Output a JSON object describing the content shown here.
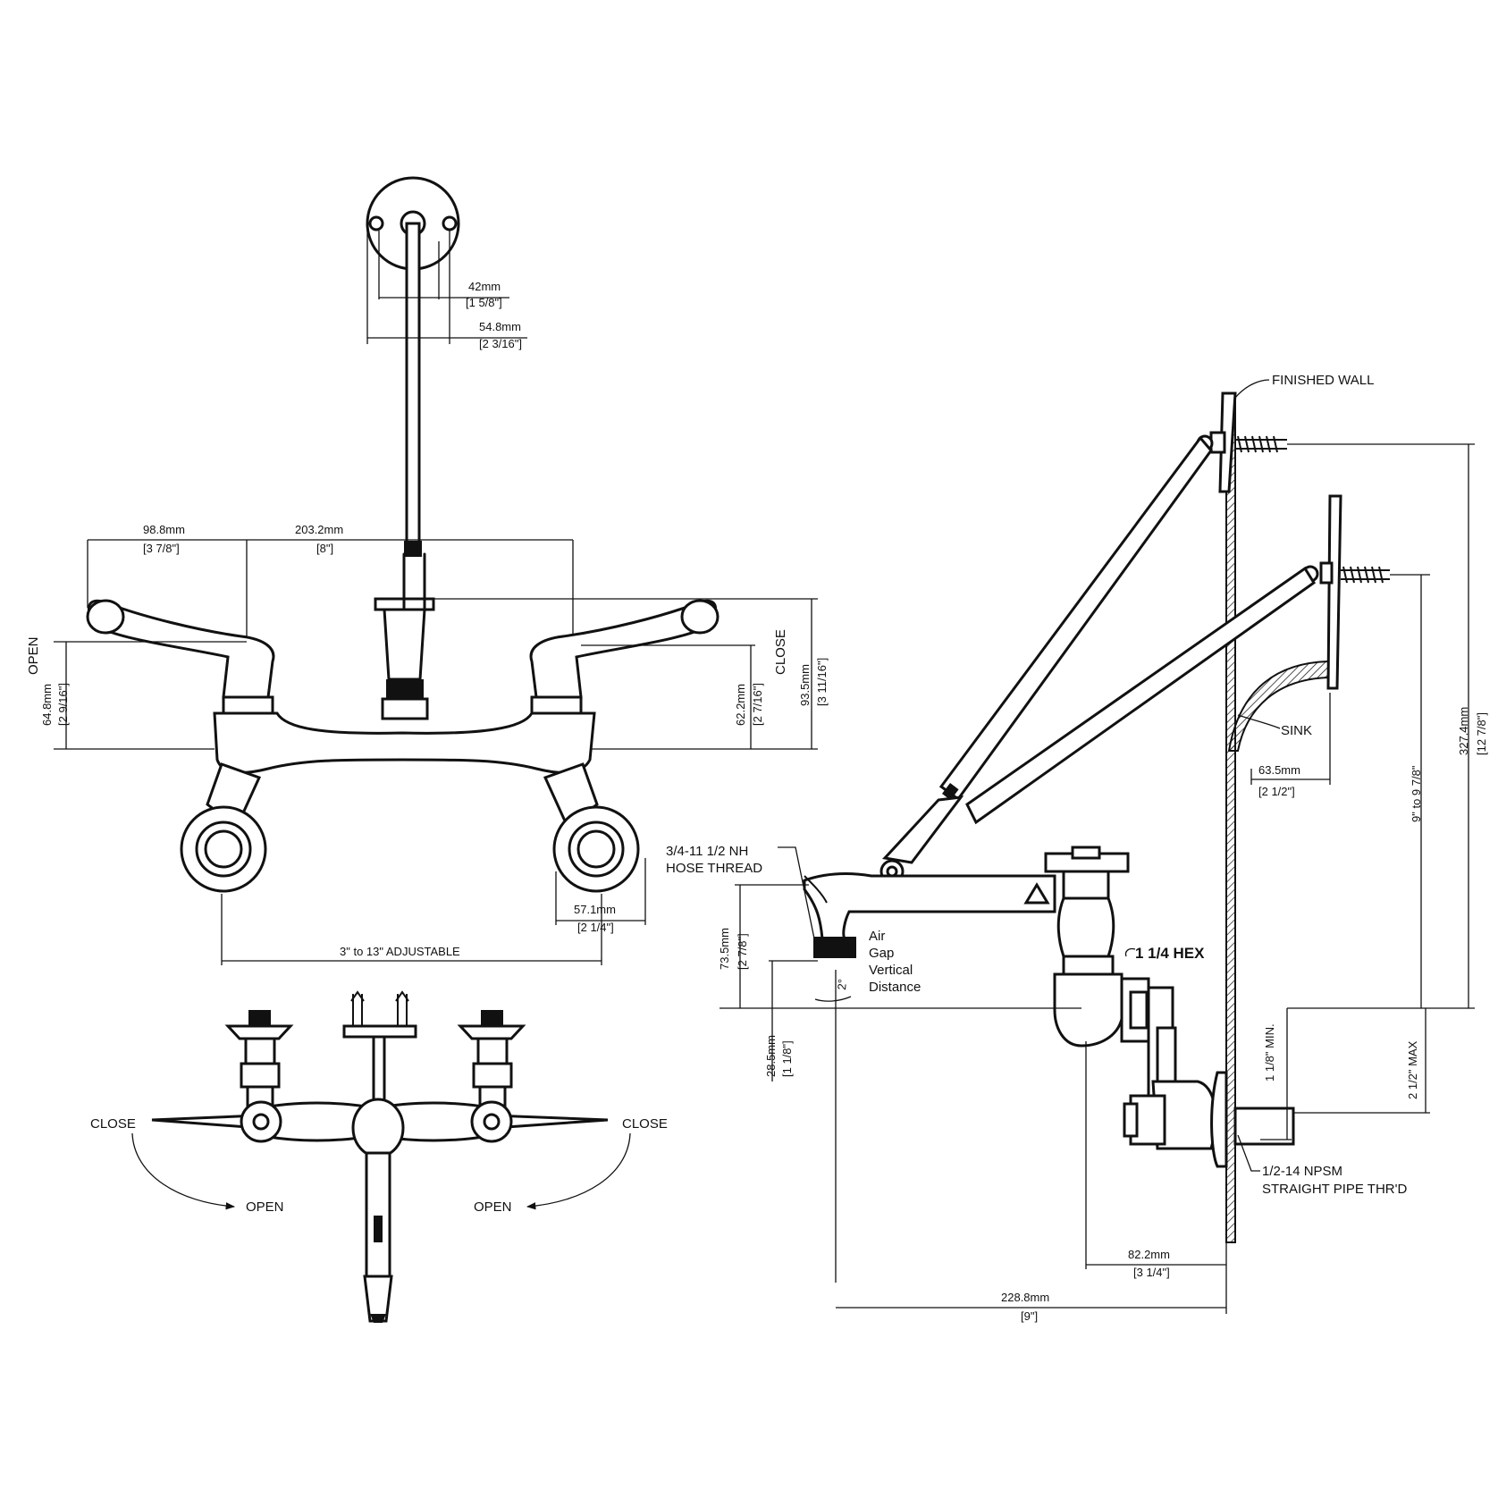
{
  "front_view": {
    "dim_wall_offset_mm": "42mm",
    "dim_wall_offset_in": "[1 5/8\"]",
    "dim_flange_mm": "54.8mm",
    "dim_flange_in": "[2 3/16\"]",
    "dim_handle_reach_mm": "98.8mm",
    "dim_handle_reach_in": "[3 7/8\"]",
    "dim_centers_mm": "203.2mm",
    "dim_centers_in": "[8\"]",
    "label_open": "OPEN",
    "label_close": "CLOSE",
    "dim_open_height_mm": "64.8mm",
    "dim_open_height_in": "[2 9/16\"]",
    "dim_body_height_mm": "62.2mm",
    "dim_body_height_in": "[2 7/16\"]",
    "dim_close_height_mm": "93.5mm",
    "dim_close_height_in": "[3 11/16\"]",
    "dim_escutcheon_mm": "57.1mm",
    "dim_escutcheon_in": "[2 1/4\"]",
    "dim_adjustable": "3\" to 13\" ADJUSTABLE"
  },
  "top_view": {
    "close_left": "CLOSE",
    "close_right": "CLOSE",
    "open_left": "OPEN",
    "open_right": "OPEN"
  },
  "side_view": {
    "finished_wall": "FINISHED WALL",
    "sink": "SINK",
    "dim_sink_mm": "63.5mm",
    "dim_sink_in": "[2 1/2\"]",
    "dim_brace_range": "9\" to 9 7/8\"",
    "dim_total_height_mm": "327.4mm",
    "dim_total_height_in": "[12 7/8\"]",
    "hose_thread_line1": "3/4-11 1/2 NH",
    "hose_thread_line2": "HOSE THREAD",
    "air_gap_line1": "Air",
    "air_gap_line2": "Gap",
    "air_gap_line3": "Vertical",
    "air_gap_line4": "Distance",
    "angle_label": "2°",
    "hex_label": "1 1/4 HEX",
    "dim_spout_height_mm": "73.5mm",
    "dim_spout_height_in": "[2 7/8\"]",
    "dim_spout_drop_mm": "28.5mm",
    "dim_spout_drop_in": "[1 1/8\"]",
    "dim_min": "1 1/8\" MIN.",
    "dim_max": "2 1/2\" MAX",
    "npsm_line1": "1/2-14 NPSM",
    "npsm_line2": "STRAIGHT PIPE THR'D",
    "dim_inlet_mm": "82.2mm",
    "dim_inlet_in": "[3 1/4\"]",
    "dim_projection_mm": "228.8mm",
    "dim_projection_in": "[9\"]"
  }
}
